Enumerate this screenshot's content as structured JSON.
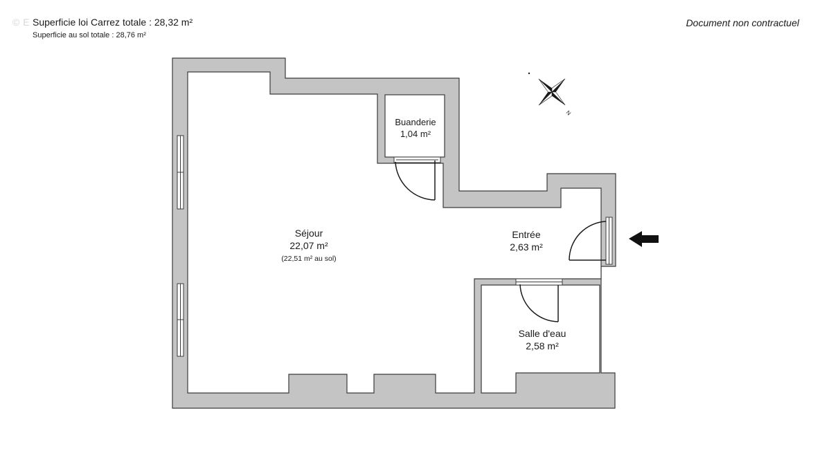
{
  "header": {
    "carrez_total": "Superficie loi Carrez totale : 28,32 m²",
    "ground_total": "Superficie au sol totale : 28,76 m²",
    "disclaimer": "Document non contractuel",
    "watermark": "© E"
  },
  "rooms": {
    "sejour": {
      "name": "Séjour",
      "area": "22,07 m²",
      "note": "(22,51 m² au sol)"
    },
    "buanderie": {
      "name": "Buanderie",
      "area": "1,04 m²"
    },
    "entree": {
      "name": "Entrée",
      "area": "2,63 m²"
    },
    "salle_eau": {
      "name": "Salle d'eau",
      "area": "2,58 m²"
    }
  },
  "compass": {
    "north_letter": "N"
  },
  "colors": {
    "wall_fill": "#c4c4c4",
    "wall_line": "#3a3a3a",
    "interior": "#ffffff",
    "arrow": "#111111"
  }
}
